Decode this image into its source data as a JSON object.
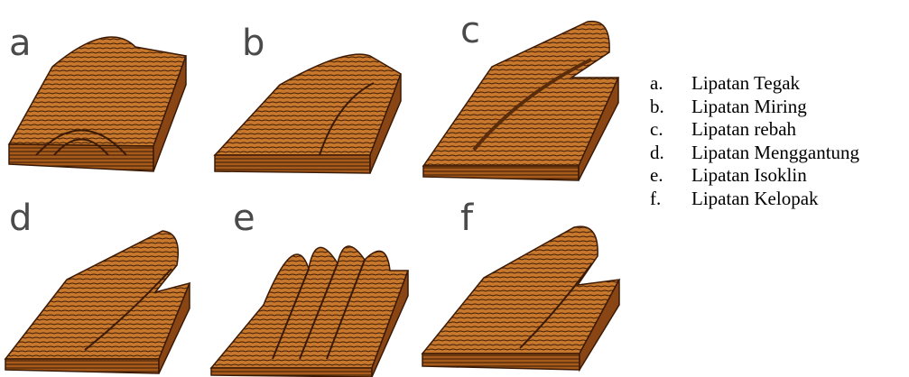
{
  "panels": [
    {
      "letter": "a",
      "fold": "upright"
    },
    {
      "letter": "b",
      "fold": "inclined"
    },
    {
      "letter": "c",
      "fold": "recumbent"
    },
    {
      "letter": "d",
      "fold": "overturned"
    },
    {
      "letter": "e",
      "fold": "isoclinal"
    },
    {
      "letter": "f",
      "fold": "fan"
    }
  ],
  "legend": [
    {
      "key": "a.",
      "text": "Lipatan Tegak"
    },
    {
      "key": "b.",
      "text": "Lipatan Miring"
    },
    {
      "key": "c.",
      "text": "Lipatan rebah"
    },
    {
      "key": "d.",
      "text": "Lipatan Menggantung"
    },
    {
      "key": "e.",
      "text": "Lipatan Isoklin"
    },
    {
      "key": "f.",
      "text": "Lipatan Kelopak"
    }
  ],
  "colors": {
    "rock_top": "#c8782c",
    "rock_side": "#a65a1c",
    "rock_dark": "#5a2c0a",
    "strata": "#3b1a05",
    "letter": "#4a4a4a"
  }
}
